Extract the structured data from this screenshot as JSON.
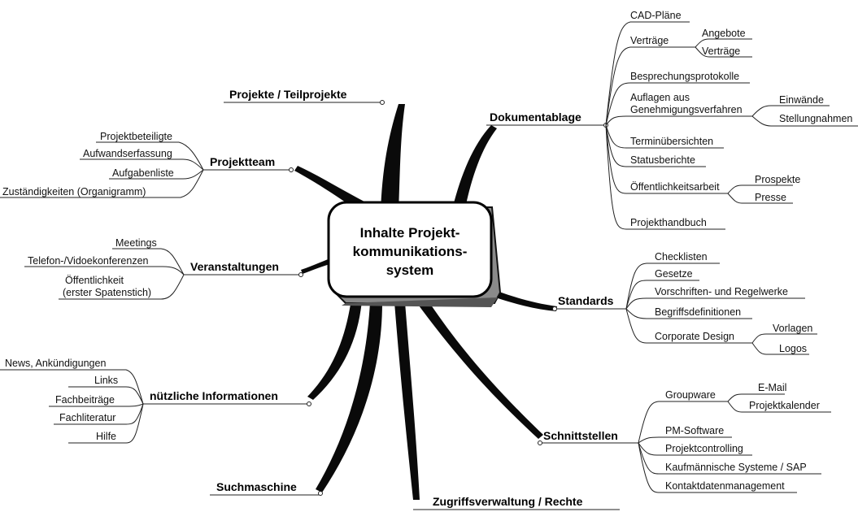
{
  "center": {
    "lines": [
      "Inhalte Projekt-",
      "kommunikations-",
      "system"
    ]
  },
  "branches": {
    "projekte": {
      "label": "Projekte / Teilprojekte"
    },
    "projektteam": {
      "label": "Projektteam",
      "children": [
        "Projektbeteiligte",
        "Aufwandserfassung",
        "Aufgabenliste",
        "Zuständigkeiten (Organigramm)"
      ]
    },
    "veranstaltungen": {
      "label": "Veranstaltungen",
      "children": [
        "Meetings",
        "Telefon-/Vidoekonferenzen",
        "Öffentlichkeit",
        "(erster Spatenstich)"
      ]
    },
    "nuetzliche": {
      "label": "nützliche Informationen",
      "children": [
        "News, Ankündigungen",
        "Links",
        "Fachbeiträge",
        "Fachliteratur",
        "Hilfe"
      ]
    },
    "suchmaschine": {
      "label": "Suchmaschine"
    },
    "zugriff": {
      "label": "Zugriffsverwaltung / Rechte"
    },
    "dokumentablage": {
      "label": "Dokumentablage",
      "cad": "CAD-Pläne",
      "vertraege": {
        "label": "Verträge",
        "children": [
          "Angebote",
          "Verträge"
        ]
      },
      "besprechung": "Besprechungsprotokolle",
      "auflagen": {
        "line1": "Auflagen aus",
        "line2": "Genehmigungsverfahren",
        "children": [
          "Einwände",
          "Stellungnahmen"
        ]
      },
      "termin": "Terminübersichten",
      "status": "Statusberichte",
      "oeffentlichkeit": {
        "label": "Öffentlichkeitsarbeit",
        "children": [
          "Prospekte",
          "Presse"
        ]
      },
      "handbuch": "Projekthandbuch"
    },
    "standards": {
      "label": "Standards",
      "children": [
        "Checklisten",
        "Gesetze",
        "Vorschriften- und Regelwerke",
        "Begriffsdefinitionen"
      ],
      "corporate": {
        "label": "Corporate Design",
        "children": [
          "Vorlagen",
          "Logos"
        ]
      }
    },
    "schnittstellen": {
      "label": "Schnittstellen",
      "groupware": {
        "label": "Groupware",
        "children": [
          "E-Mail",
          "Projektkalender"
        ]
      },
      "children": [
        "PM-Software",
        "Projektcontrolling",
        "Kaufmännische Systeme / SAP",
        "Kontaktdatenmanagement"
      ]
    }
  }
}
